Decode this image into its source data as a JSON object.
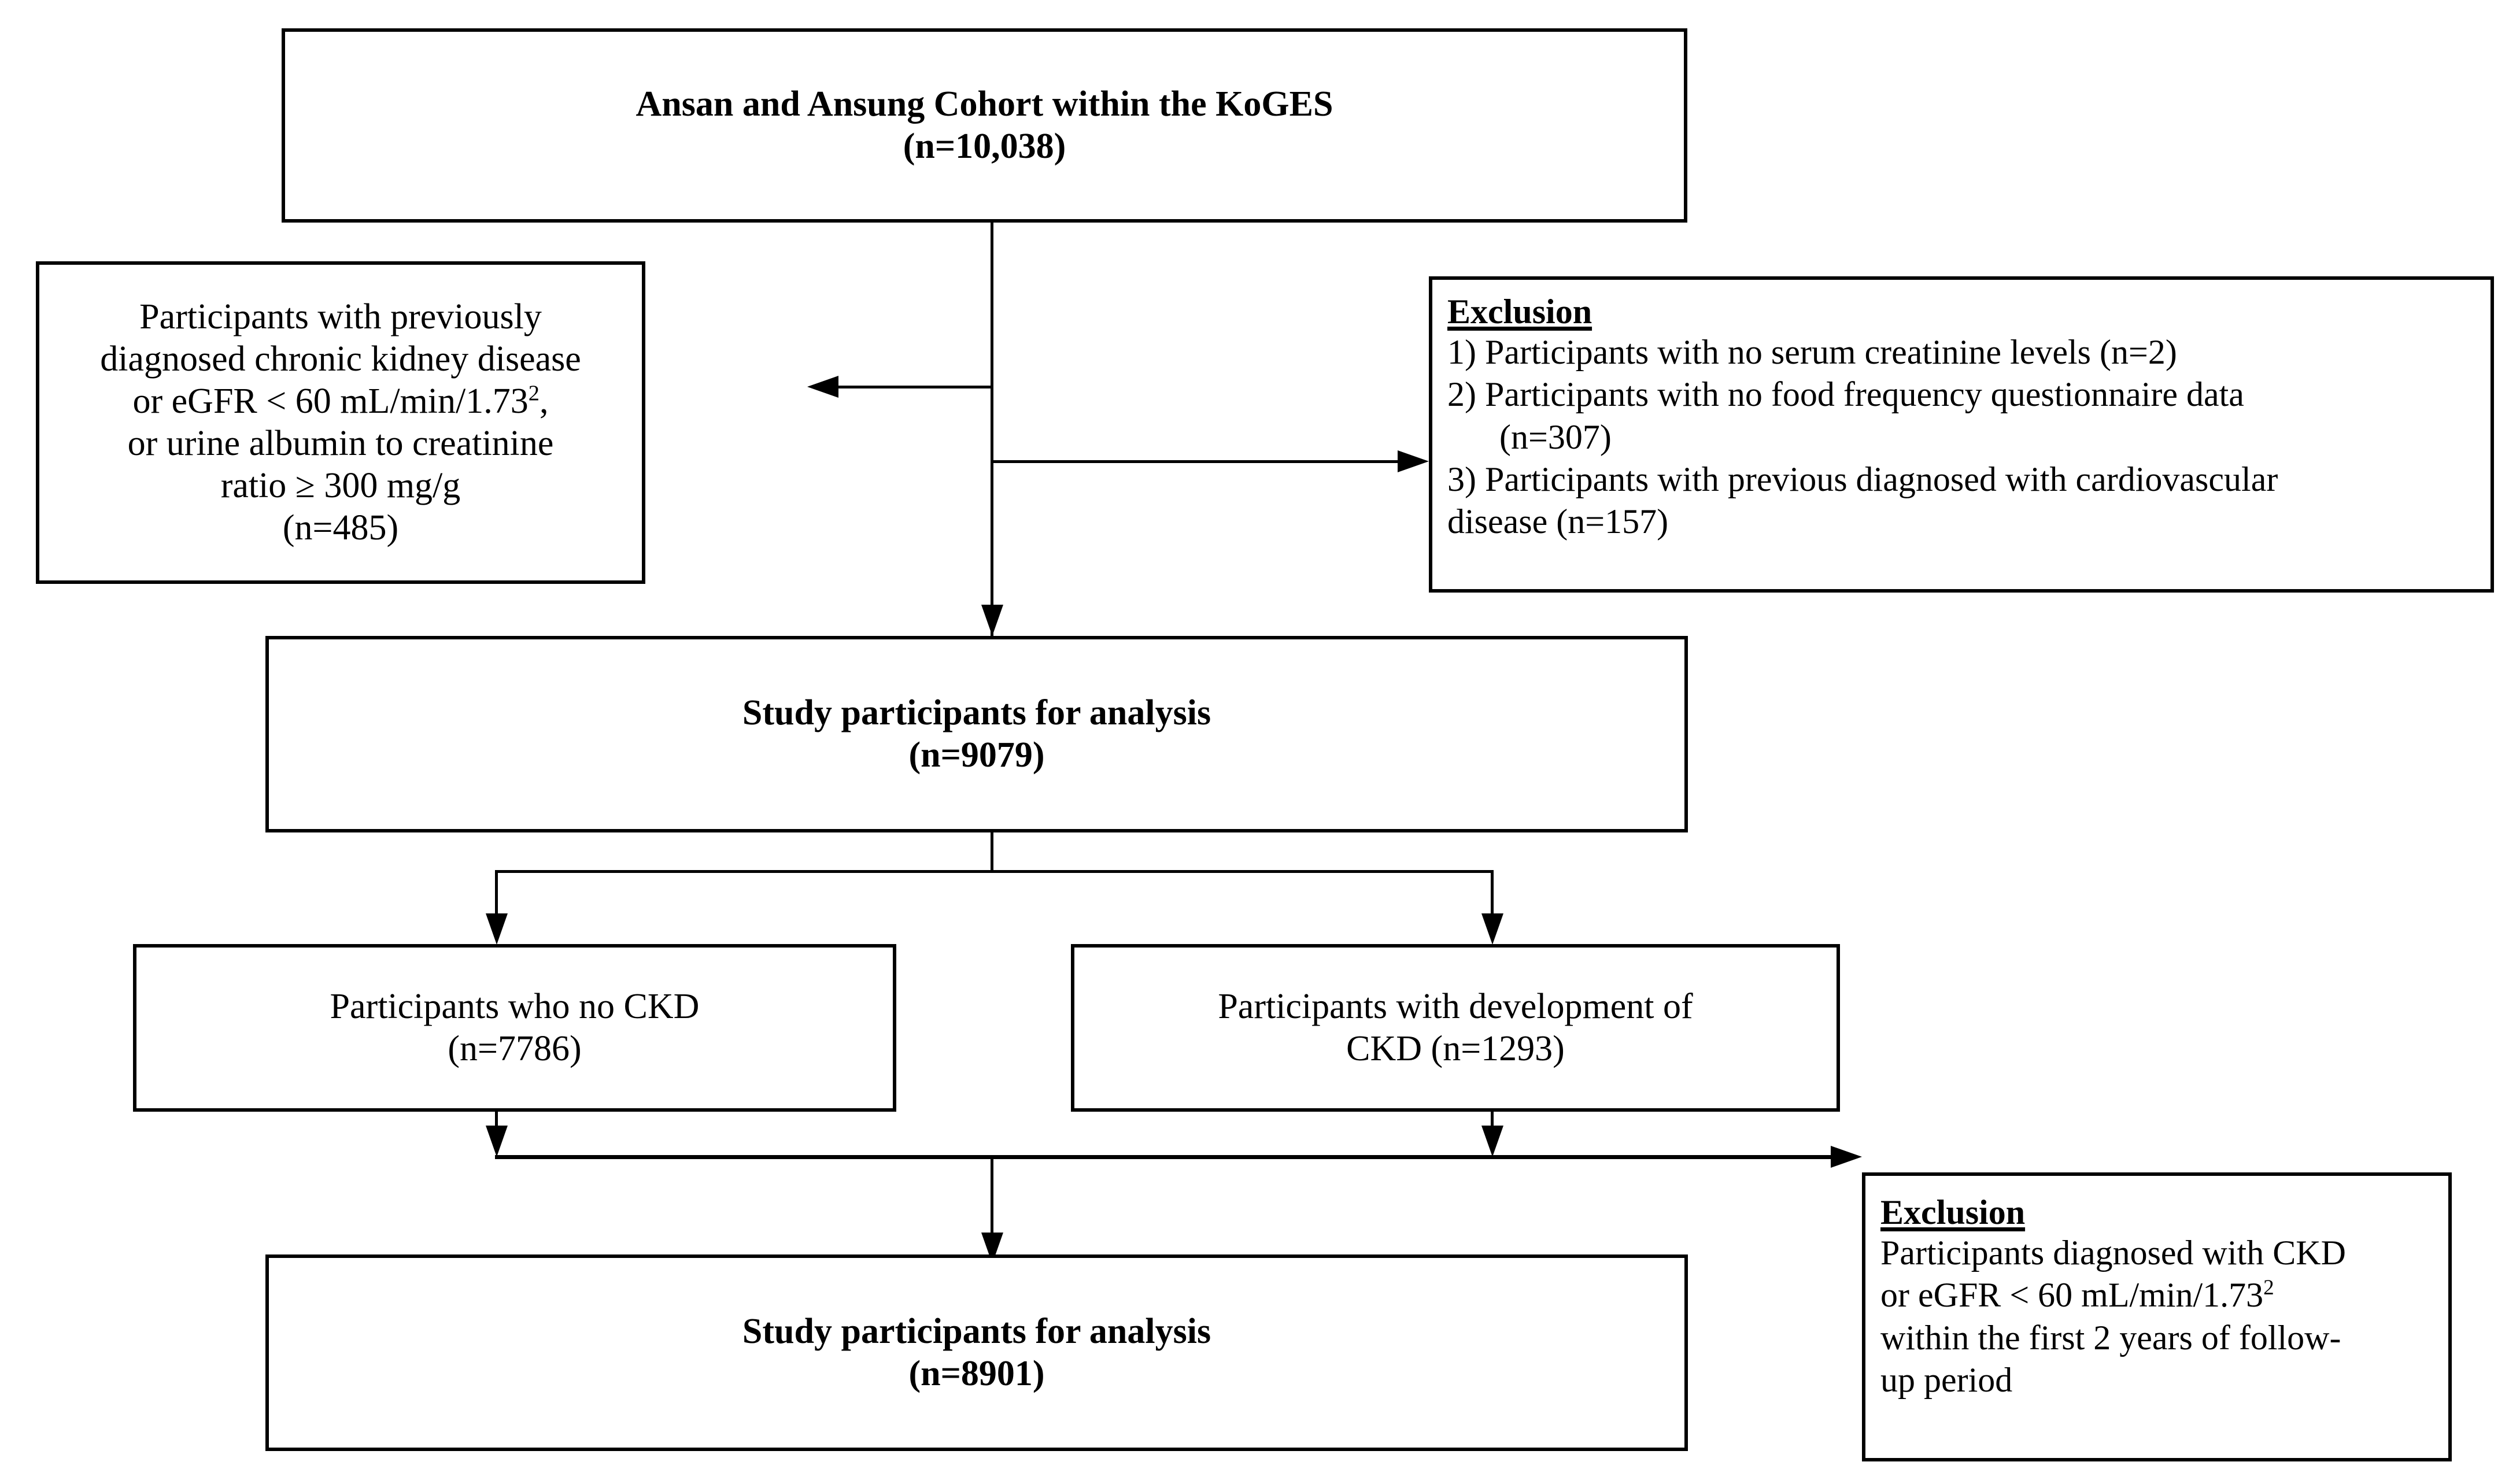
{
  "diagram": {
    "type": "study-flow-chart",
    "title_box": {
      "line1": "Ansan and Ansung Cohort within the KoGES",
      "line2": "(n=10,038)"
    },
    "left_exclusion_box": {
      "line1": "Participants with previously",
      "line2": "diagnosed chronic kidney disease",
      "line3_pre": "or eGFR < 60 mL/min/1.73",
      "line3_sup": "2",
      "line3_post": ",",
      "line4": "or urine albumin to creatinine",
      "line5": "ratio ≥ 300 mg/g",
      "line6": "(n=485)"
    },
    "right_exclusion_box": {
      "heading": "Exclusion",
      "item1": "1) Participants with no serum creatinine levels (n=2)",
      "item2": "2) Participants with no food frequency questionnaire data",
      "item2_cont": "(n=307)",
      "item3": "3) Participants with previous diagnosed with cardiovascular",
      "item3_cont": "disease (n=157)"
    },
    "middle_box": {
      "line1": "Study participants  for analysis",
      "line2": "(n=9079)"
    },
    "no_ckd_box": {
      "line1": "Participants who no CKD",
      "line2": "(n=7786)"
    },
    "ckd_box": {
      "line1": "Participants with development of",
      "line2": "CKD (n=1293)"
    },
    "bottom_exclusion_box": {
      "heading": "Exclusion",
      "line1": "Participants diagnosed with CKD",
      "line2_pre": "or eGFR < 60 mL/min/1.73",
      "line2_sup": "2",
      "line3": "within the first 2 years of follow-",
      "line4": "up period"
    },
    "final_box": {
      "line1": "Study participants  for analysis",
      "line2": "(n=8901)"
    },
    "colors": {
      "stroke": "#000000",
      "background": "#ffffff",
      "text": "#000000"
    }
  }
}
